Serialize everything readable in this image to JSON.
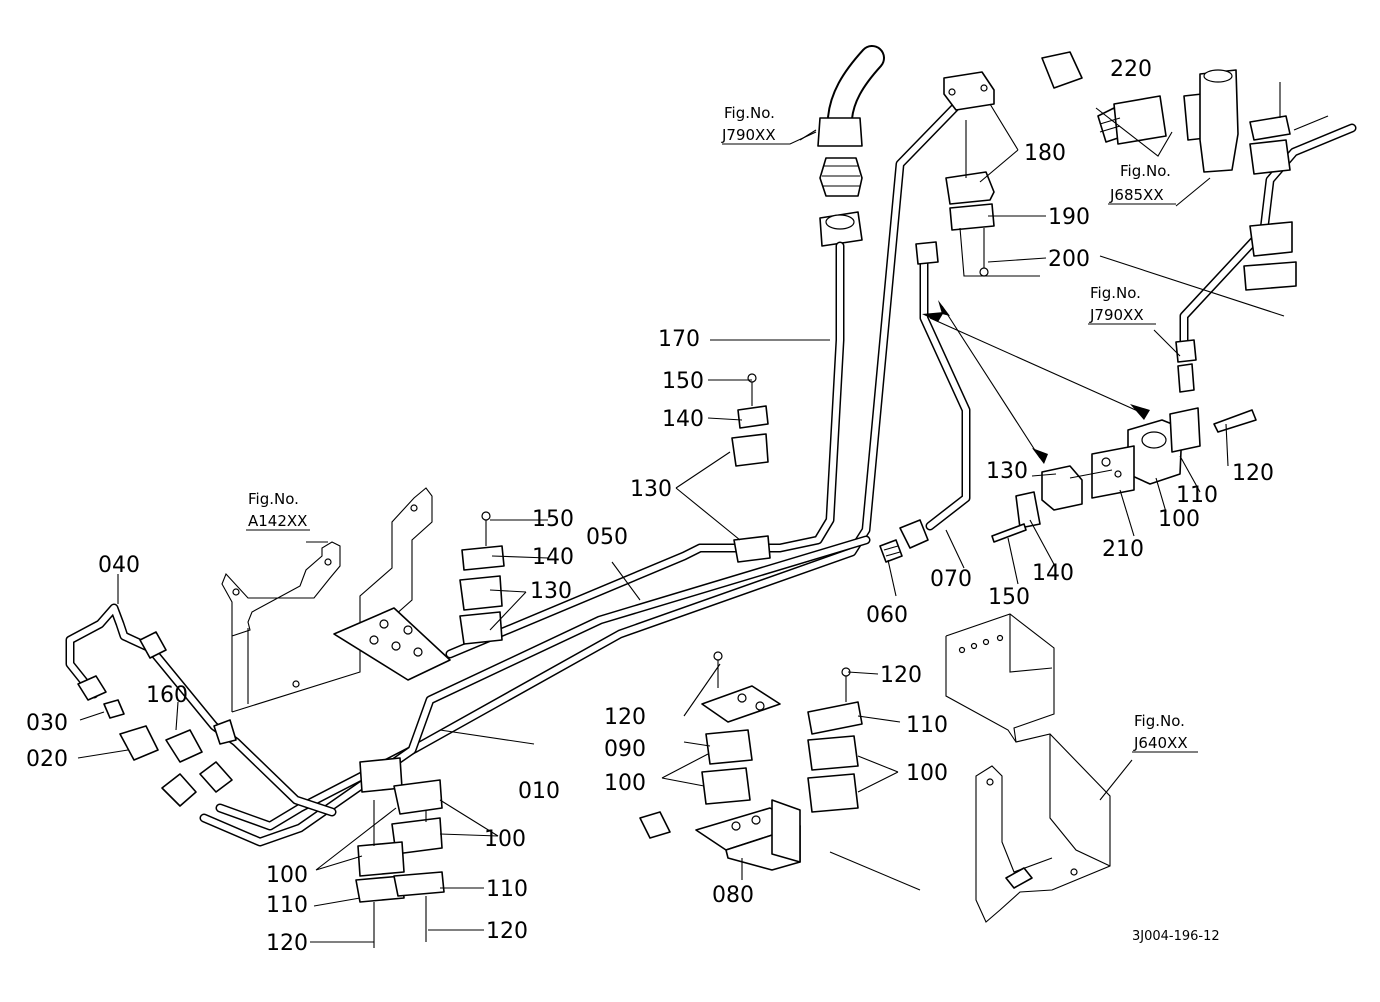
{
  "labels": {
    "p010": "010",
    "p020": "020",
    "p030": "030",
    "p040": "040",
    "p050": "050",
    "p060": "060",
    "p070": "070",
    "p080": "080",
    "p090": "090",
    "p100": "100",
    "p110": "110",
    "p120": "120",
    "p130": "130",
    "p140": "140",
    "p150": "150",
    "p160": "160",
    "p170": "170",
    "p180": "180",
    "p190": "190",
    "p200": "200",
    "p210": "210",
    "p220": "220"
  },
  "figure_refs": {
    "caption": "Fig.No.",
    "j790": "J790XX",
    "j685": "J685XX",
    "a142": "A142XX",
    "j640": "J640XX"
  },
  "drawing_code": "3J004-196-12"
}
